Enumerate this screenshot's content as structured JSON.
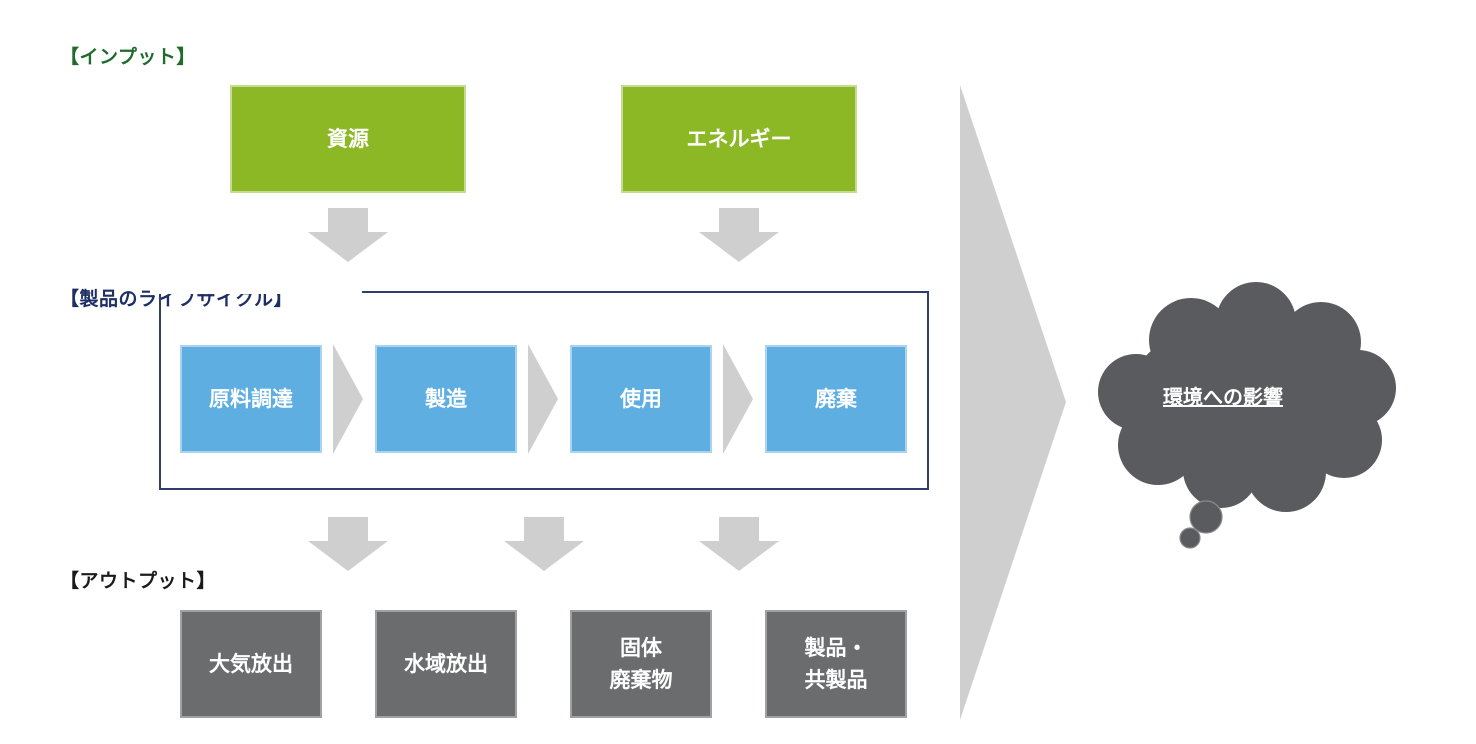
{
  "headings": {
    "input": "【インプット】",
    "lifecycle": "【製品のライフサイクル】",
    "output": "【アウトプット】"
  },
  "inputs": [
    {
      "label": "資源"
    },
    {
      "label": "エネルギー"
    }
  ],
  "lifecycle_stages": [
    {
      "label": "原料調達"
    },
    {
      "label": "製造"
    },
    {
      "label": "使用"
    },
    {
      "label": "廃棄"
    }
  ],
  "outputs": [
    {
      "label": "大気放出"
    },
    {
      "label": "水域放出"
    },
    {
      "label": "固体\n廃棄物"
    },
    {
      "label": "製品・\n共製品"
    }
  ],
  "impact": {
    "label": "環境への影響"
  },
  "colors": {
    "input_heading": "#1f6b2c",
    "lifecycle_heading": "#1e2f66",
    "output_heading": "#1a1a1a",
    "input_box": "#8cb826",
    "stage_box": "#5faee2",
    "output_box": "#6a6c6e",
    "arrow": "#cfcfcf",
    "cloud": "#595b5e",
    "frame": "#2f3e6a"
  }
}
